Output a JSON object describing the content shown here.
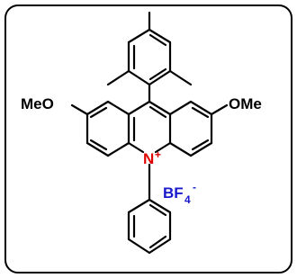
{
  "labels": {
    "methoxy_left": "MeO",
    "methoxy_right": "OMe",
    "nitrogen": "N",
    "nitrogen_charge": "+",
    "counterion_main": "BF",
    "counterion_sub": "4",
    "counterion_charge": "-"
  },
  "colors": {
    "bond": "#000000",
    "nitrogen": "#e00000",
    "counterion": "#1a1acc",
    "frame": "#000000"
  }
}
